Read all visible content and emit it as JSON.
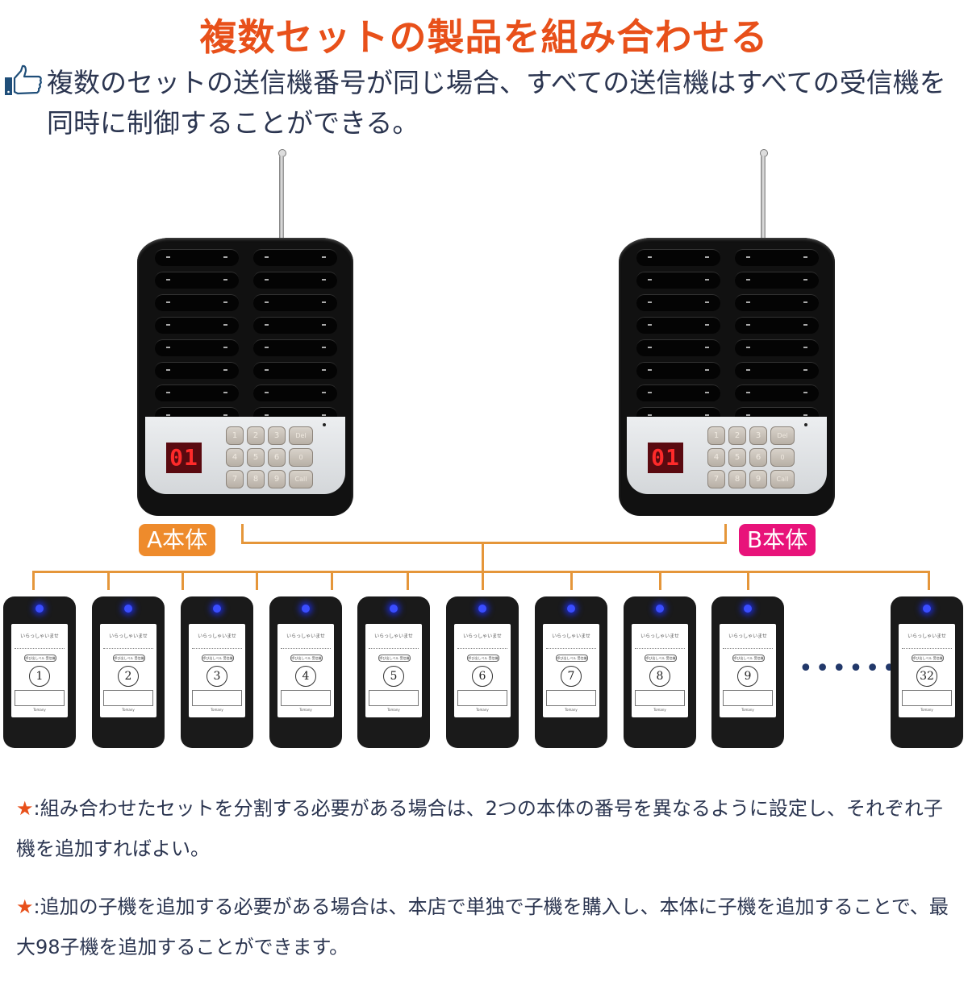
{
  "header": {
    "title": "複数セットの製品を組み合わせる",
    "subtitle": "複数のセットの送信機番号が同じ場合、すべての送信機はすべての受信機を同時に制御することができる。",
    "subtitle_icon": "thumbs-up-icon"
  },
  "colors": {
    "title": "#e8501a",
    "text": "#2b3550",
    "line": "#e5963a",
    "badge_a": "#ee8b2c",
    "badge_b": "#e8137a",
    "led": "#ff2a2a",
    "pager_light": "#3a4dff"
  },
  "base_units": [
    {
      "label": "A本体",
      "display": "01",
      "keys": [
        "1",
        "2",
        "3",
        "Del",
        "4",
        "5",
        "6",
        "0",
        "7",
        "8",
        "9",
        "Call"
      ]
    },
    {
      "label": "B本体",
      "display": "01",
      "keys": [
        "1",
        "2",
        "3",
        "Del",
        "4",
        "5",
        "6",
        "0",
        "7",
        "8",
        "9",
        "Call"
      ]
    }
  ],
  "pager_screen": {
    "greeting": "いらっしゃいませ",
    "pill": "呼び出しベル 受信機",
    "brand": "Tomany"
  },
  "pagers": [
    "1",
    "2",
    "3",
    "4",
    "5",
    "6",
    "7",
    "8",
    "9",
    "32"
  ],
  "ellipsis": "••••••",
  "notes": [
    {
      "bullet": "★",
      "text": ":組み合わせたセットを分割する必要がある場合は、2つの本体の番号を異なるように設定し、それぞれ子機を追加すればよい。"
    },
    {
      "bullet": "★",
      "text": ":追加の子機を追加する必要がある場合は、本店で単独で子機を購入し、本体に子機を追加することで、最大98子機を追加することができます。"
    }
  ]
}
